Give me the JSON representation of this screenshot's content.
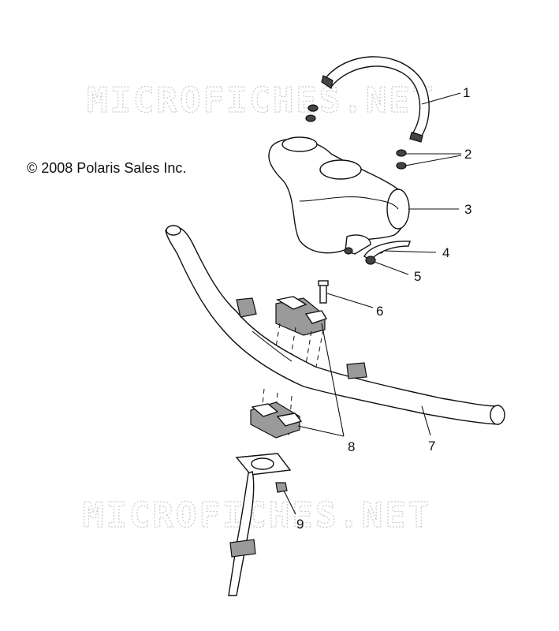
{
  "copyright": "© 2008 Polaris Sales Inc.",
  "watermark": "MICROFICHES.NET",
  "callouts": [
    "1",
    "2",
    "3",
    "4",
    "5",
    "6",
    "7",
    "8",
    "9"
  ]
}
